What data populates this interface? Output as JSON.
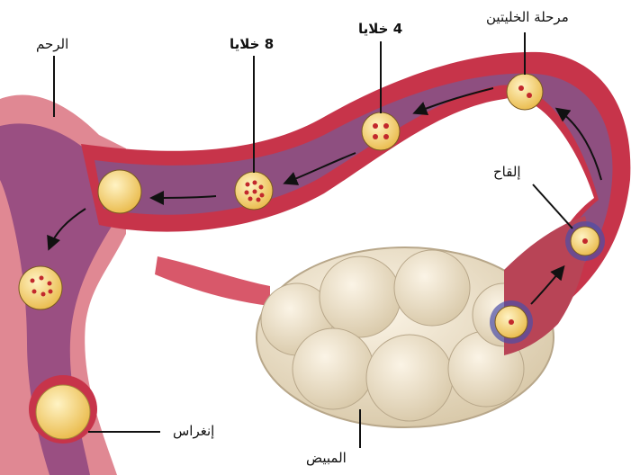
{
  "labels": {
    "uterus": "الرحم",
    "eight_cells": "8 خلايا",
    "four_cells": "4 خلايا",
    "two_cell_stage": "مرحلة الخليتين",
    "fertilization": "إلقاح",
    "implantation": "إنغراس",
    "ovary": "المبيض"
  },
  "colors": {
    "tube_outer": "#c7344a",
    "tube_inner": "#8e4f80",
    "uterus_wall": "#e0828a",
    "cell_fill": "#f3d37a",
    "cell_dot": "#c2282c",
    "ovary": "#ece0c8",
    "arrow": "#111111"
  }
}
